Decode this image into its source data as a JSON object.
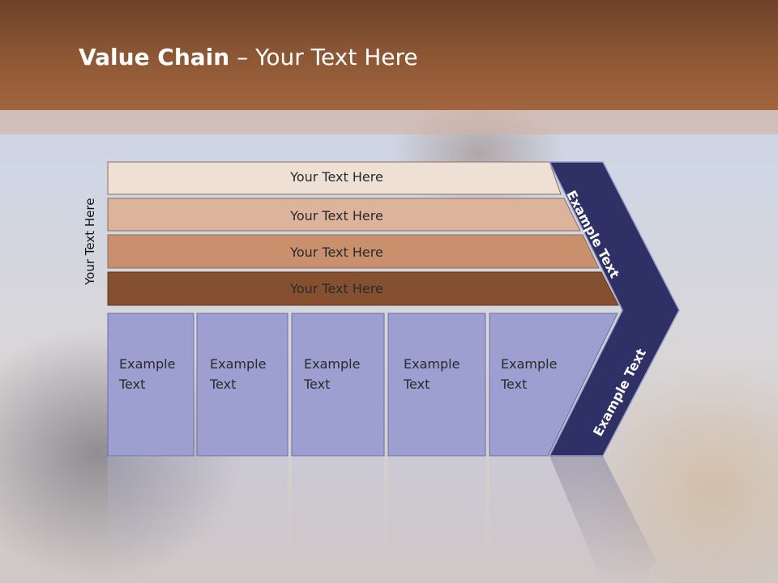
{
  "slide": {
    "title_bold": "Value Chain",
    "title_rest": " – Your Text Here",
    "side_label": "Your Text Here"
  },
  "rows": [
    {
      "label": "Your Text Here",
      "color": "#efe0d6"
    },
    {
      "label": "Your Text Here",
      "color": "#dbb49b"
    },
    {
      "label": "Your Text Here",
      "color": "#c8906c"
    },
    {
      "label": "Your Text Here",
      "color": "#84502f"
    }
  ],
  "columns": [
    {
      "line1": "Example",
      "line2": "Text"
    },
    {
      "line1": "Example",
      "line2": "Text"
    },
    {
      "line1": "Example",
      "line2": "Text"
    },
    {
      "line1": "Example",
      "line2": "Text"
    },
    {
      "line1": "Example",
      "line2": "Text"
    }
  ],
  "chevron": {
    "upper_label": "Example Text",
    "lower_label": "Example Text",
    "color": "#2f3066"
  },
  "colors": {
    "header": "#8a5533",
    "column_fill": "#9c9fd0"
  }
}
